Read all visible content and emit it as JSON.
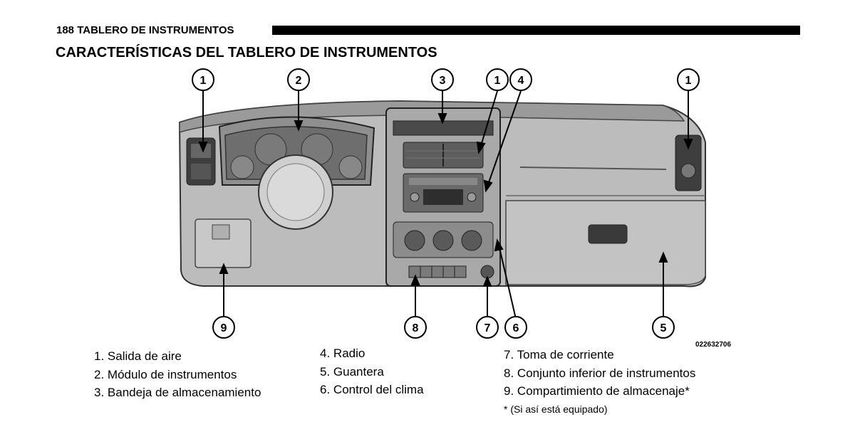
{
  "header": {
    "page_number": "188",
    "section": "TABLERO DE INSTRUMENTOS"
  },
  "title": "CARACTERÍSTICAS DEL TABLERO DE INSTRUMENTOS",
  "figure": {
    "code": "022632706",
    "callouts": [
      "1",
      "2",
      "3",
      "1",
      "4",
      "1",
      "9",
      "8",
      "7",
      "6",
      "5"
    ]
  },
  "legend": {
    "col1": [
      {
        "num": "1.",
        "text": "Salida de aire"
      },
      {
        "num": "2.",
        "text": "Módulo de instrumentos"
      },
      {
        "num": "3.",
        "text": "Bandeja de almacenamiento"
      }
    ],
    "col2": [
      {
        "num": "4.",
        "text": "Radio"
      },
      {
        "num": "5.",
        "text": "Guantera"
      },
      {
        "num": "6.",
        "text": "Control del clima"
      }
    ],
    "col3": [
      {
        "num": "7.",
        "text": "Toma de corriente"
      },
      {
        "num": "8.",
        "text": "Conjunto inferior de instrumentos"
      },
      {
        "num": "9.",
        "text": "Compartimiento de almacenaje*"
      }
    ],
    "footnote": "* (Si así está equipado)"
  }
}
